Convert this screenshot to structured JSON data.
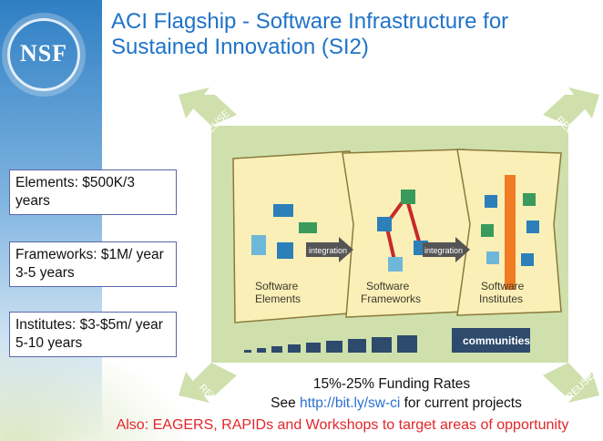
{
  "logo": {
    "text": "NSF"
  },
  "title": "ACI Flagship - Software Infrastructure for Sustained Innovation (SI2)",
  "boxes": {
    "elements": "Elements: $500K/3 years",
    "frameworks": "Frameworks: $1M/ year 3-5 years",
    "institutes": "Institutes: $3-$5m/ year 5-10 years"
  },
  "diagram": {
    "reuse_label": "REUSE",
    "panel1": "Software Elements",
    "panel2": "Software Frameworks",
    "panel3": "Software Institutes",
    "arrow_label": "integration",
    "communities_label": "communities"
  },
  "captions": {
    "funding": "15%-25% Funding Rates",
    "see_prefix": "See ",
    "link": "http://bit.ly/sw-ci",
    "see_suffix": " for current projects"
  },
  "footer": "Also: EAGERS, RAPIDs and Workshops to target areas of opportunity",
  "colors": {
    "title": "#1f73c9",
    "footer": "#e3262b",
    "link": "#2a6fd0",
    "diagram_green": "#c8dba3",
    "panel_yellow": "#fbefb8",
    "communities_bar": "#2e4a6d"
  }
}
